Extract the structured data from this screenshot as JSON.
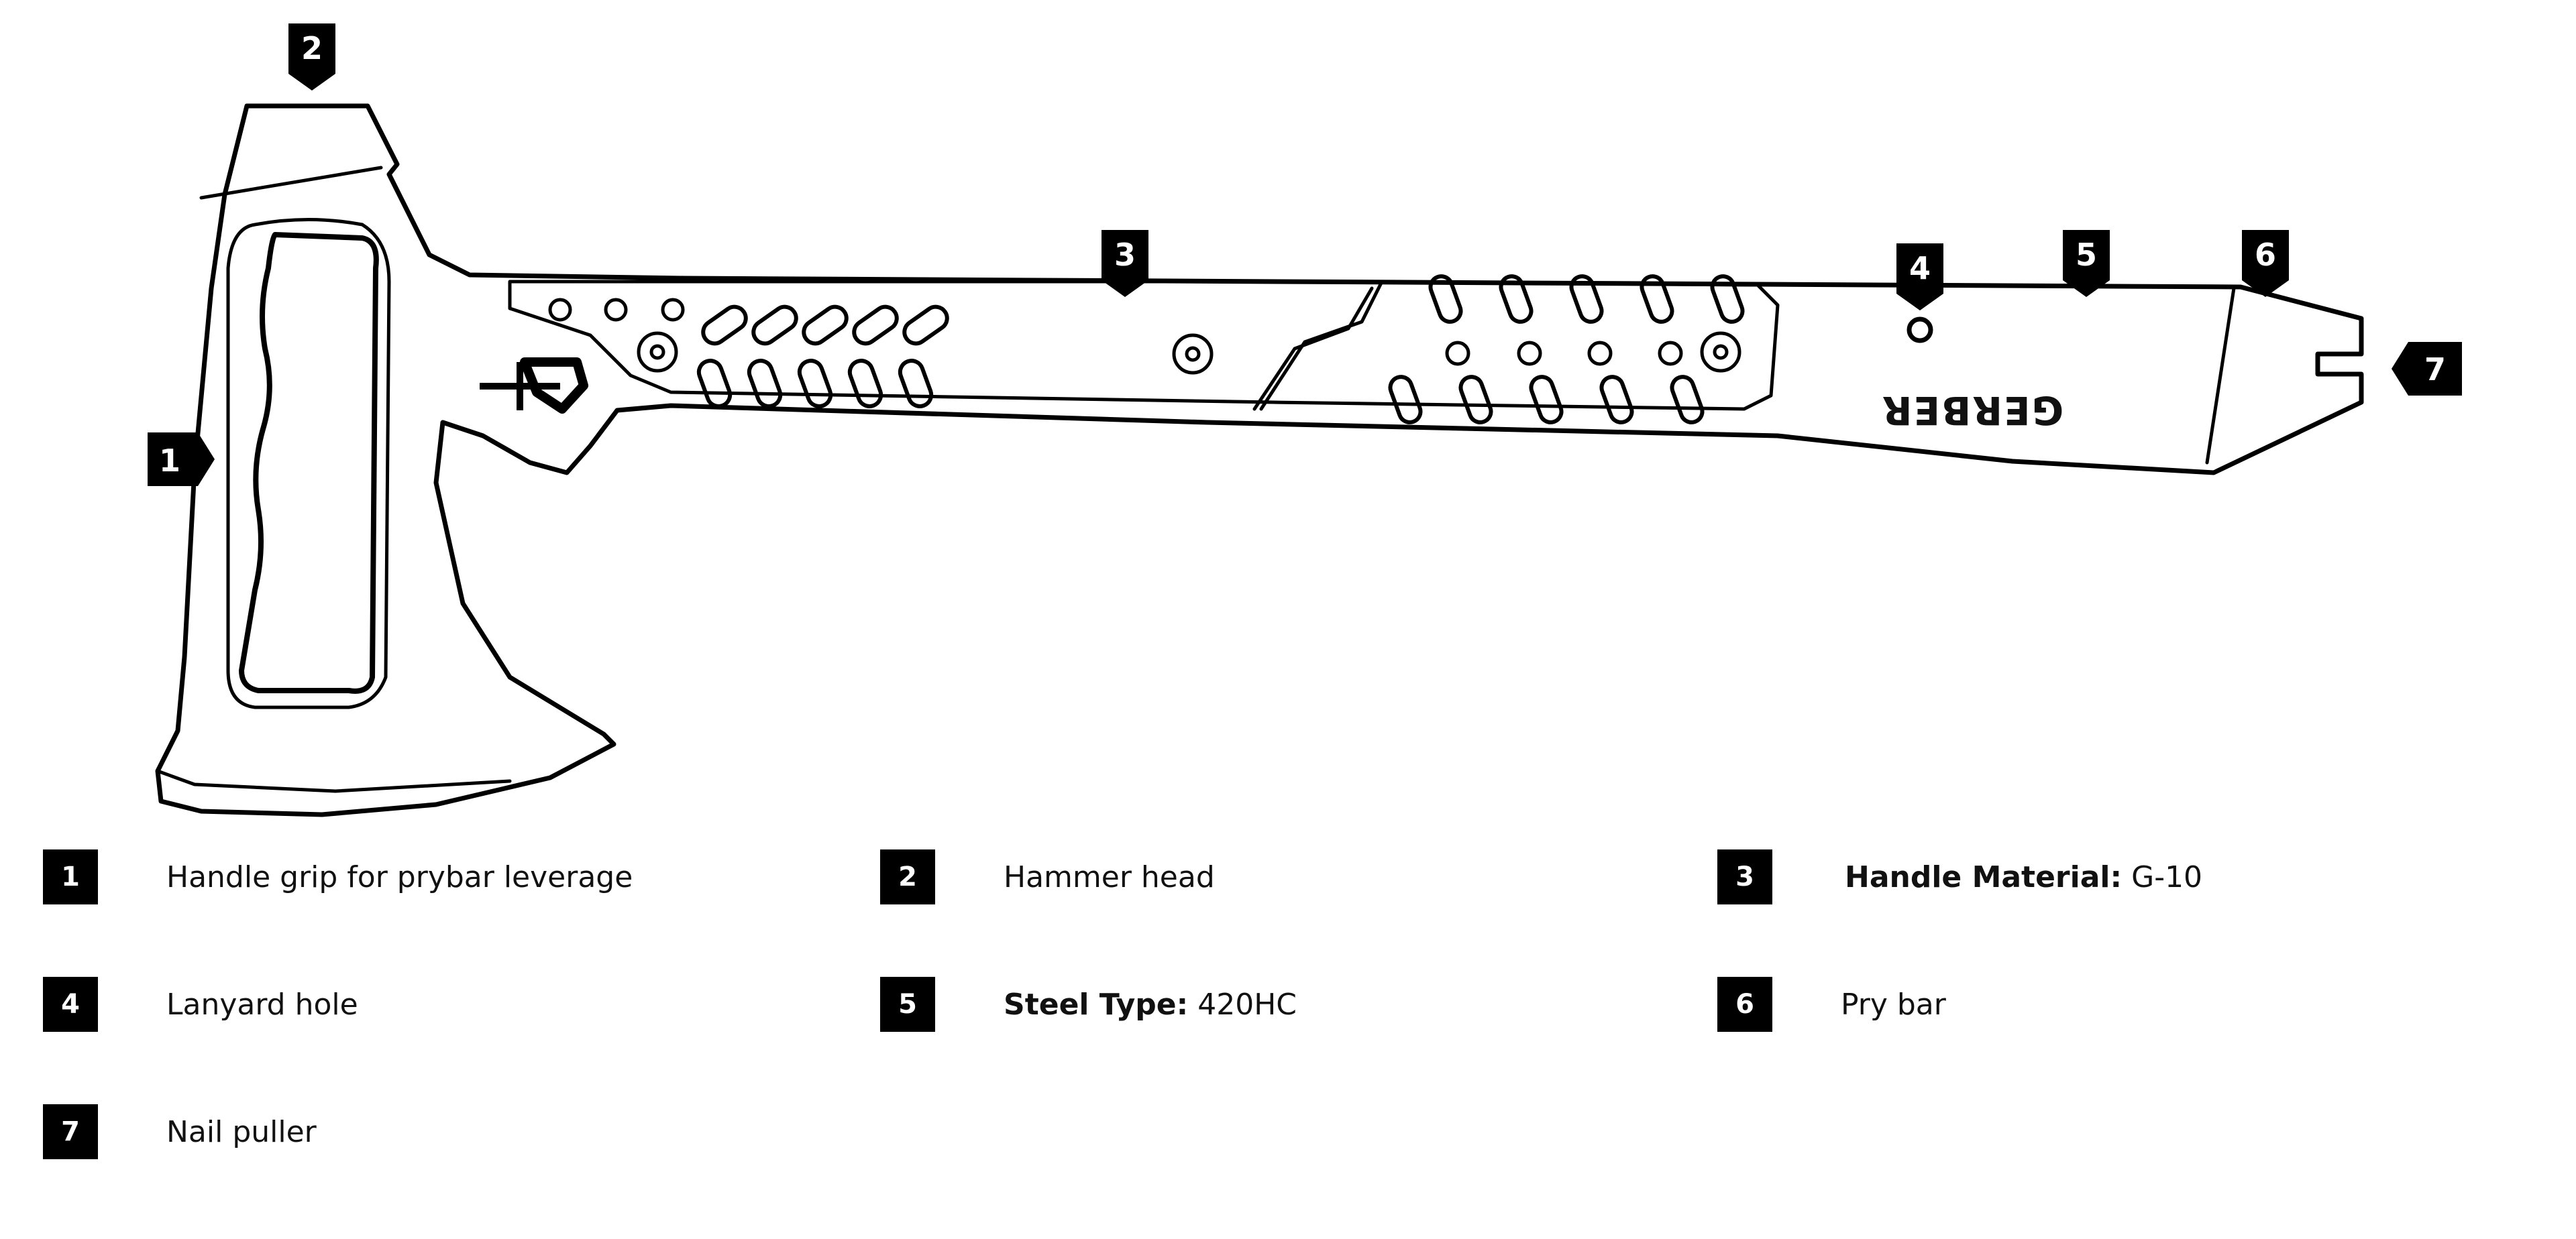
{
  "logo": {
    "text": "GERBER"
  },
  "callouts": [
    {
      "number": "1"
    },
    {
      "number": "2"
    },
    {
      "number": "3"
    },
    {
      "number": "4"
    },
    {
      "number": "5"
    },
    {
      "number": "6"
    },
    {
      "number": "7"
    }
  ],
  "legend": [
    {
      "number": "1",
      "bold": "",
      "text": "Handle grip for prybar leverage"
    },
    {
      "number": "2",
      "bold": "",
      "text": "Hammer head"
    },
    {
      "number": "3",
      "bold": "Handle Material:",
      "text": "G-10"
    },
    {
      "number": "4",
      "bold": "",
      "text": "Lanyard hole"
    },
    {
      "number": "5",
      "bold": "Steel Type:",
      "text": "420HC"
    },
    {
      "number": "6",
      "bold": "",
      "text": "Pry bar"
    },
    {
      "number": "7",
      "bold": "",
      "text": "Nail puller"
    }
  ]
}
